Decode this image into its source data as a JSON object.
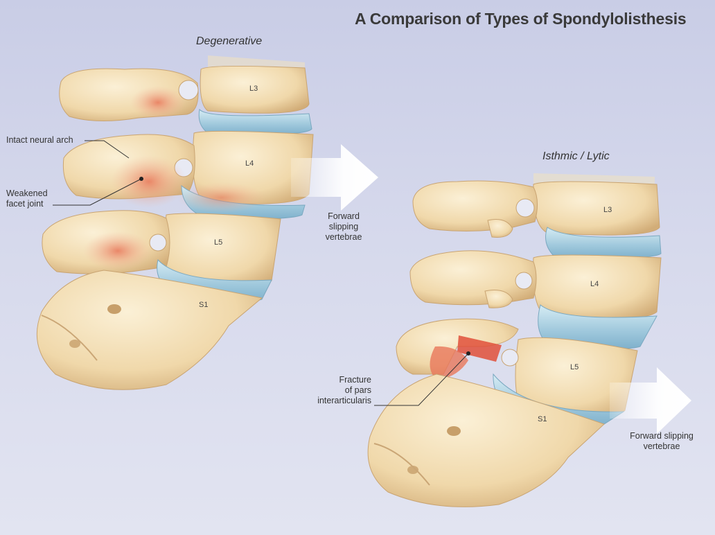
{
  "title": "A Comparison of Types of Spondylolisthesis",
  "panels": {
    "degenerative": {
      "heading": "Degenerative",
      "vertebrae": [
        "L3",
        "L4",
        "L5",
        "S1"
      ],
      "labels": {
        "intact_arch": "Intact neural arch",
        "weakened_facet_line1": "Weakened",
        "weakened_facet_line2": "facet joint"
      },
      "arrow_caption": [
        "Forward",
        "slipping",
        "vertebrae"
      ]
    },
    "isthmic": {
      "heading": "Isthmic / Lytic",
      "vertebrae": [
        "L3",
        "L4",
        "L5",
        "S1"
      ],
      "labels": {
        "fracture_line1": "Fracture",
        "fracture_line2": "of pars",
        "fracture_line3": "interarticularis"
      },
      "arrow_caption": [
        "Forward slipping",
        "vertebrae"
      ]
    }
  },
  "colors": {
    "bone": "#f3dfb6",
    "bone_shade": "#d9b988",
    "disc": "#a9cfe0",
    "inflammation": "#e98a6a",
    "fracture": "#e0503a",
    "arrow": "#ffffff"
  }
}
